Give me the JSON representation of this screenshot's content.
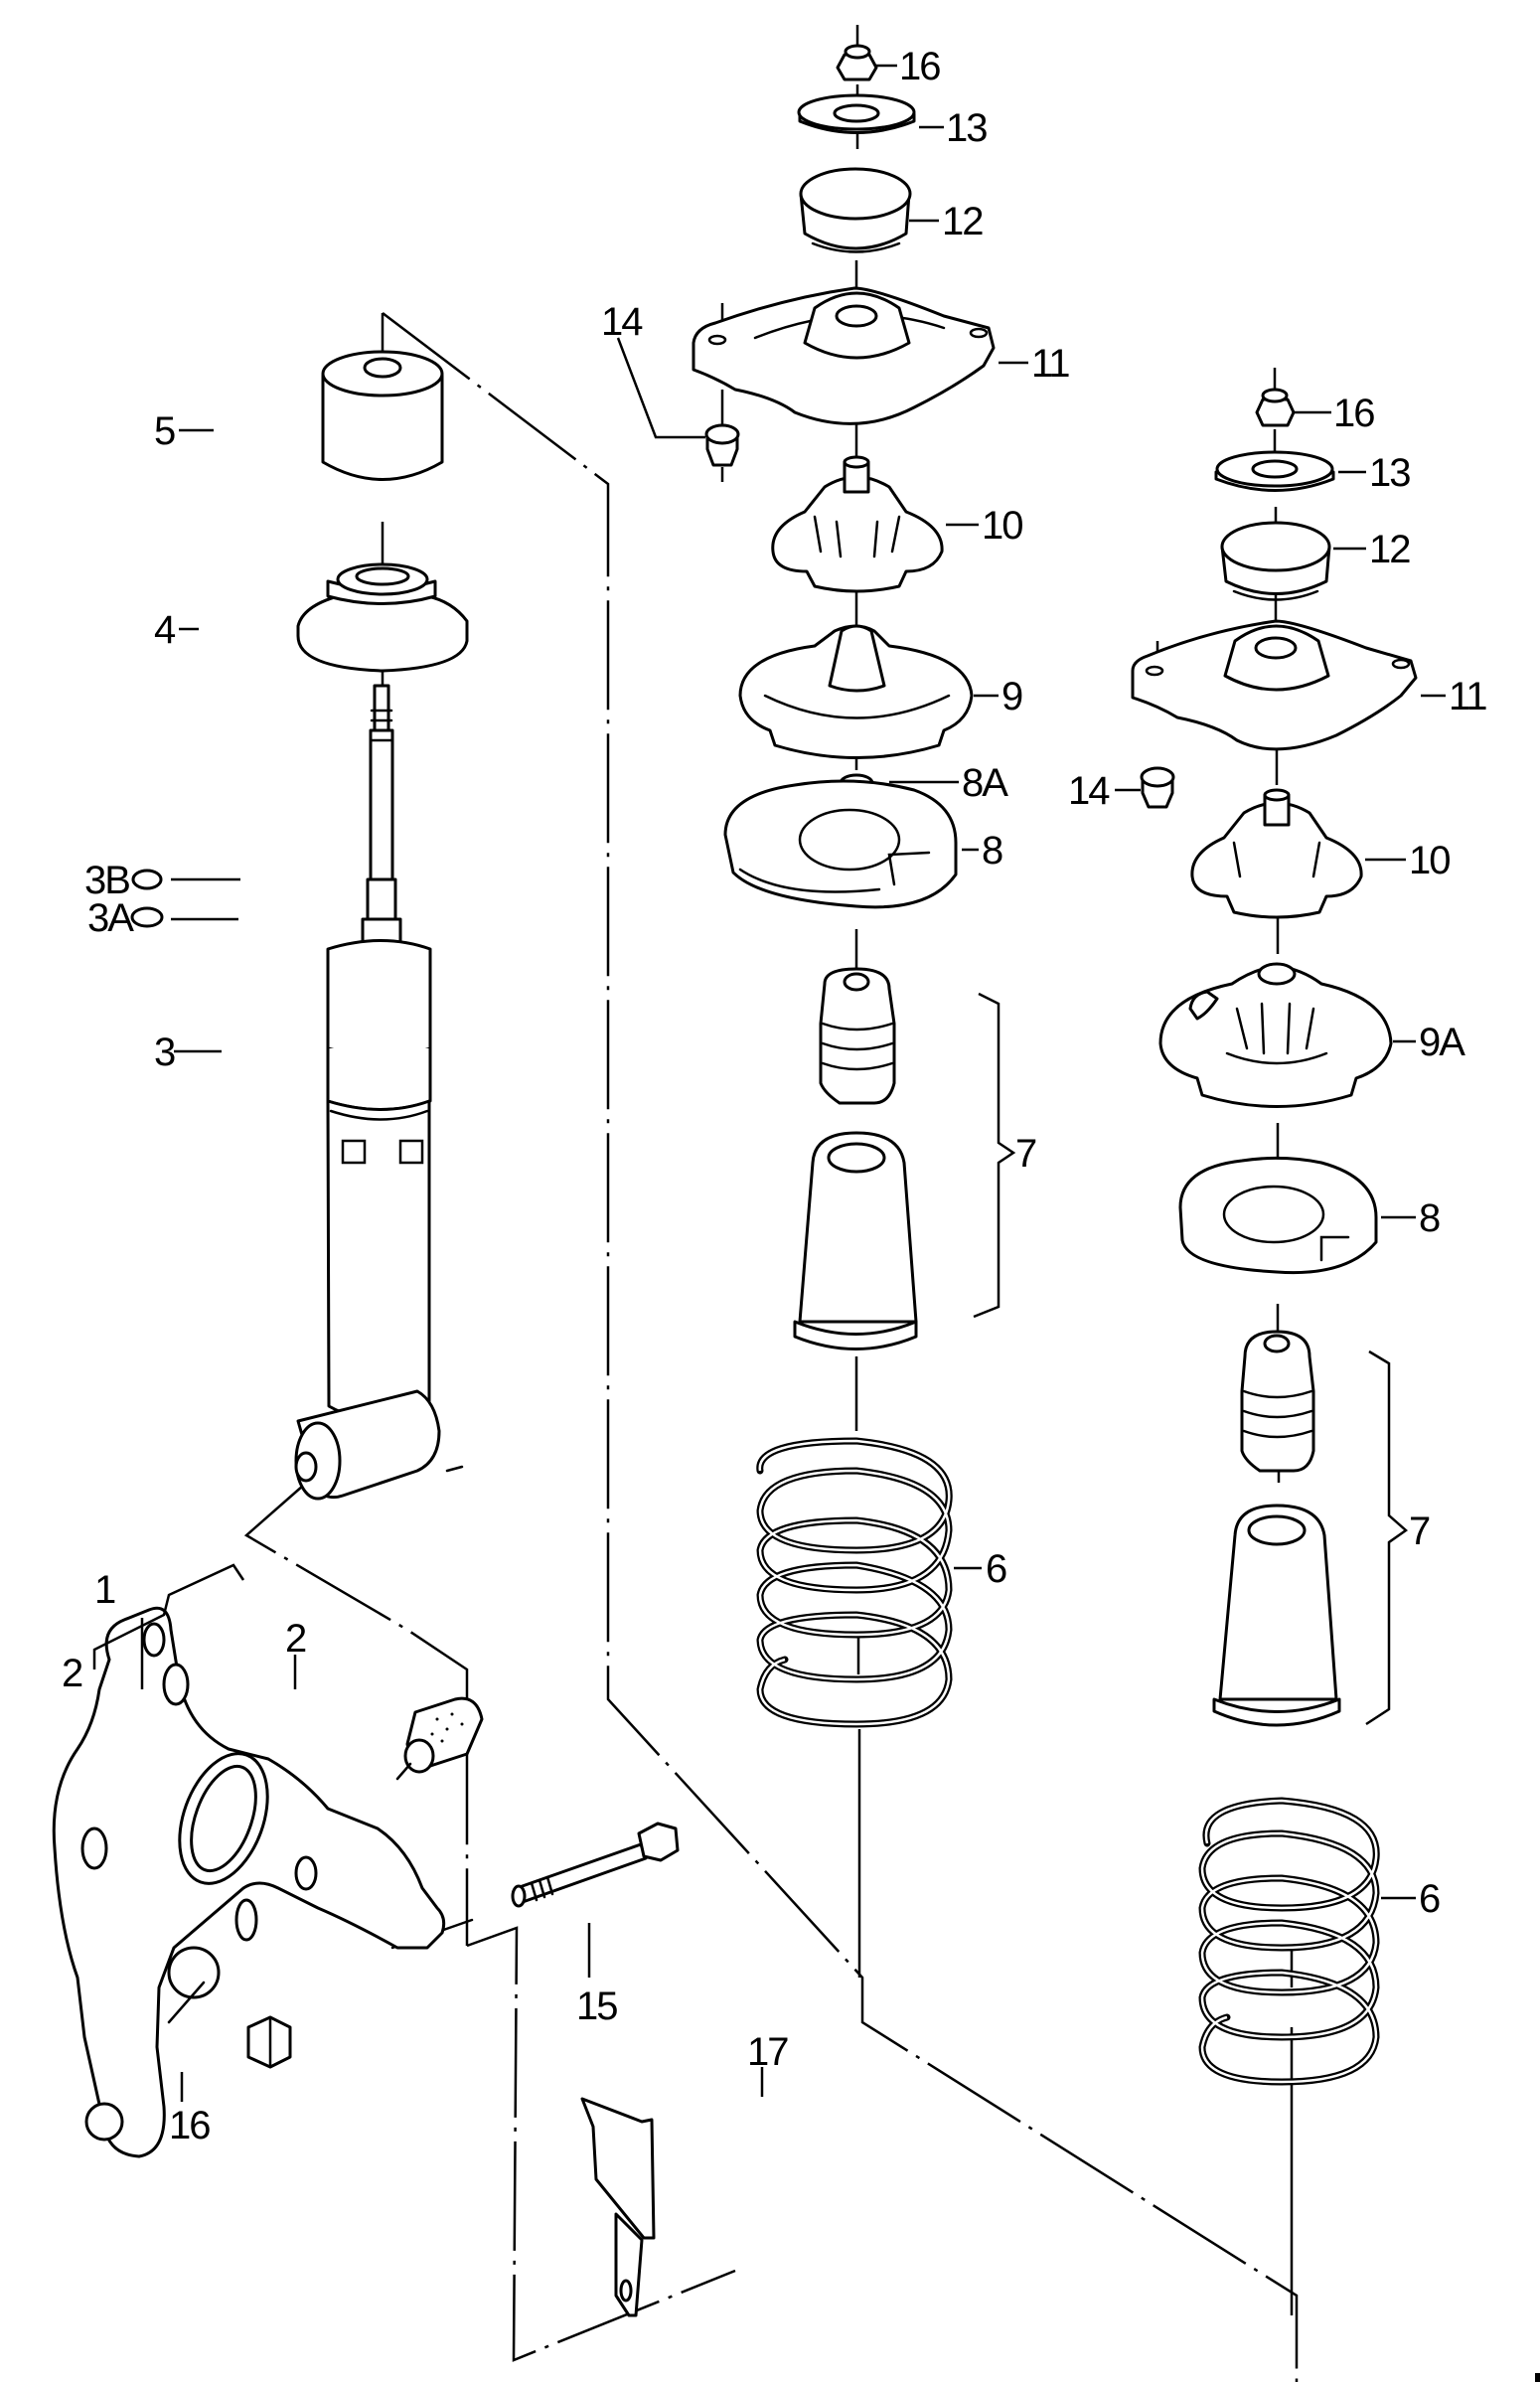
{
  "diagram": {
    "title": "Rear suspension strut exploded parts diagram",
    "background_color": "#ffffff",
    "line_color": "#000000",
    "callouts": {
      "left_assembly": {
        "protective_cap": "5",
        "strut_mount": "4",
        "ring_3b": "3B",
        "ring_3a": "3A",
        "shock_absorber": "3",
        "wheel_bearing_housing": "1",
        "bushing_bracket": "2",
        "bushing": "2",
        "nut": "16",
        "bolt": "15",
        "bracket": "17"
      },
      "middle_assembly": {
        "nut": "16",
        "washer": "13",
        "bushing": "12",
        "mounting_plate": "11",
        "mounting_nut": "14",
        "upper_mount": "10",
        "spring_seat": "9",
        "stop_ring": "8A",
        "spring_pad": "8",
        "bump_stop_set": "7",
        "coil_spring": "6"
      },
      "right_assembly": {
        "nut": "16",
        "washer": "13",
        "bushing": "12",
        "mounting_plate": "11",
        "mounting_nut": "14",
        "upper_mount": "10",
        "spring_seat": "9A",
        "spring_pad": "8",
        "bump_stop_set": "7",
        "coil_spring": "6"
      }
    }
  }
}
